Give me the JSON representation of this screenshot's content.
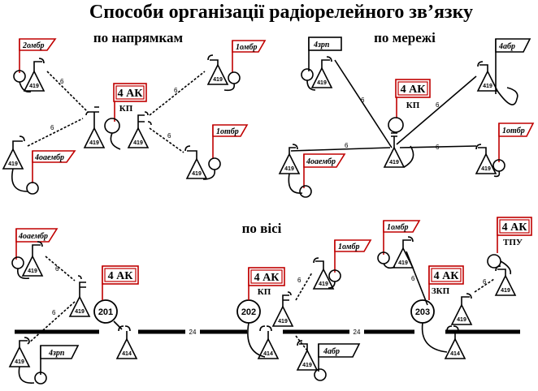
{
  "title": "Способи організації радіорелейного зв’язку",
  "sections": {
    "by_direction": "по напрямкам",
    "by_network": "по мережі",
    "by_axis": "по вісі"
  },
  "station_code": "419",
  "station_code_axis": "414",
  "channel_label": "6",
  "axis_channel_label": "24",
  "command_post": {
    "unit": "4 АК",
    "kp": "КП",
    "zkp": "ЗКП",
    "tpu": "ТПУ"
  },
  "units": {
    "omb2": "2омбр",
    "omb1": "1омбр",
    "otbr1": "1отбр",
    "oaemb4": "4оаембр",
    "zrp4": "4зрп",
    "abr4": "4абр"
  },
  "axis_nodes": {
    "n201": "201",
    "n202": "202",
    "n203": "203"
  },
  "colors": {
    "accent": "#c00000",
    "line": "#000000"
  }
}
